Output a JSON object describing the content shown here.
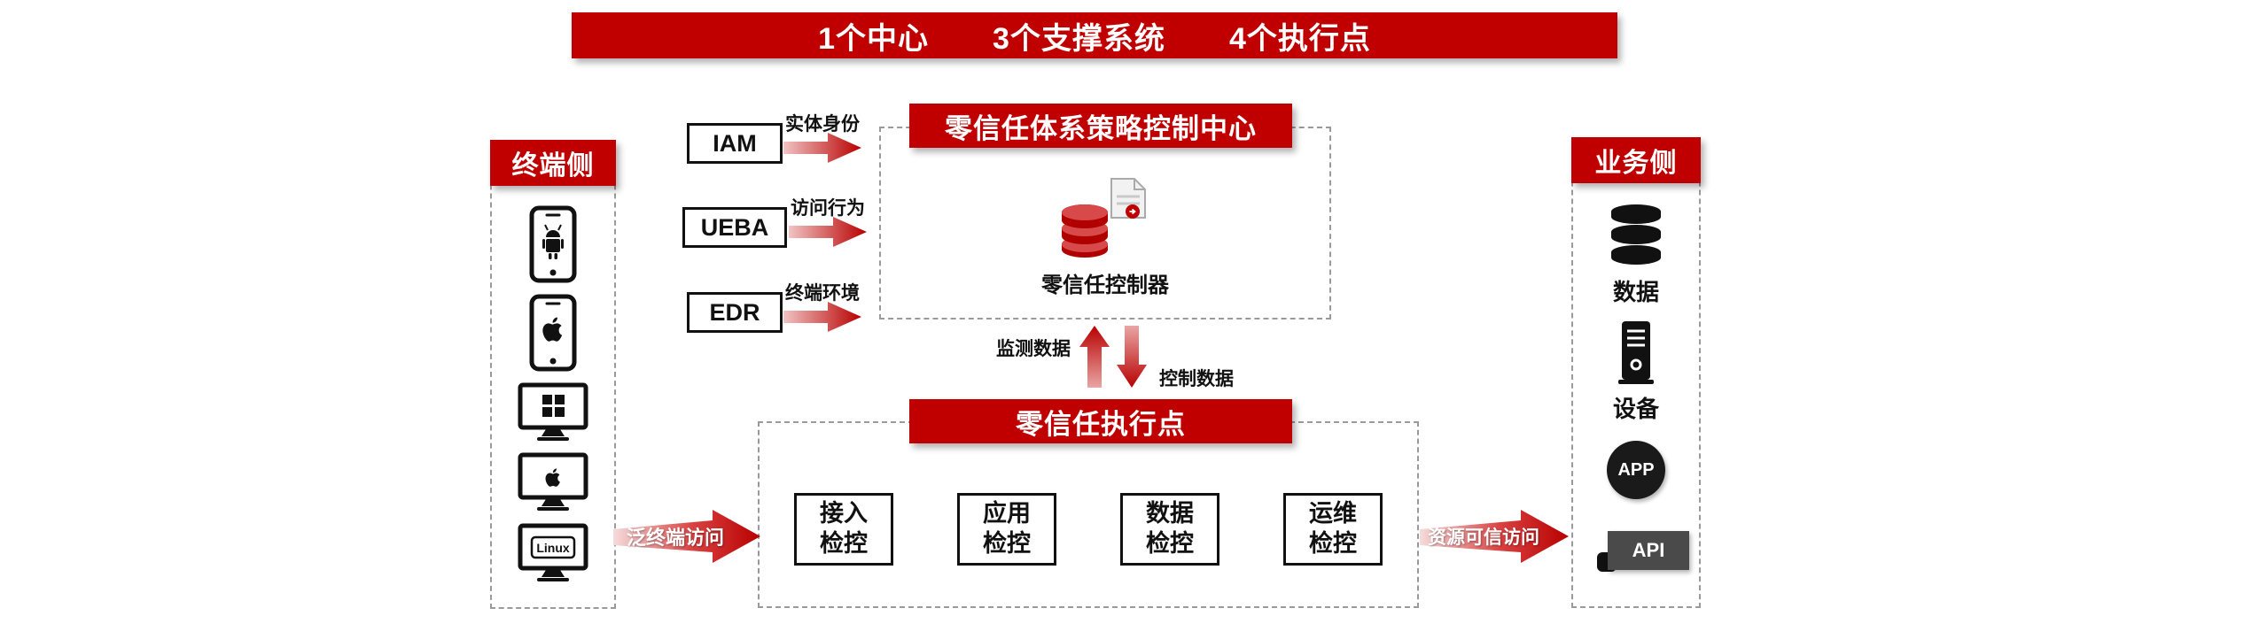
{
  "colors": {
    "red": "#c00000",
    "dark": "#1a1a1a"
  },
  "banner": {
    "items": [
      "1个中心",
      "3个支撑系统",
      "4个执行点"
    ]
  },
  "terminal_side": {
    "title": "终端侧",
    "linux_label": "Linux",
    "device_icons": [
      "android-phone-icon",
      "apple-phone-icon",
      "windows-desktop-icon",
      "mac-desktop-icon",
      "linux-desktop-icon"
    ]
  },
  "support_systems": [
    {
      "name": "IAM",
      "arrow_label": "实体身份"
    },
    {
      "name": "UEBA",
      "arrow_label": "访问行为"
    },
    {
      "name": "EDR",
      "arrow_label": "终端环境"
    }
  ],
  "control_center": {
    "title": "零信任体系策略控制中心",
    "controller_label": "零信任控制器"
  },
  "flows": {
    "monitor_data": "监测数据",
    "control_data": "控制数据",
    "terminal_access": "泛终端访问",
    "resource_access": "资源可信访问"
  },
  "execution_point": {
    "title": "零信任执行点",
    "units": [
      {
        "line1": "接入",
        "line2": "检控"
      },
      {
        "line1": "应用",
        "line2": "检控"
      },
      {
        "line1": "数据",
        "line2": "检控"
      },
      {
        "line1": "运维",
        "line2": "检控"
      }
    ]
  },
  "business_side": {
    "title": "业务侧",
    "items": [
      {
        "label": "数据",
        "icon": "database-icon"
      },
      {
        "label": "设备",
        "icon": "device-icon"
      },
      {
        "label": "APP",
        "icon": "app-circle-icon"
      },
      {
        "label": "API",
        "icon": "api-tag-icon"
      }
    ]
  }
}
